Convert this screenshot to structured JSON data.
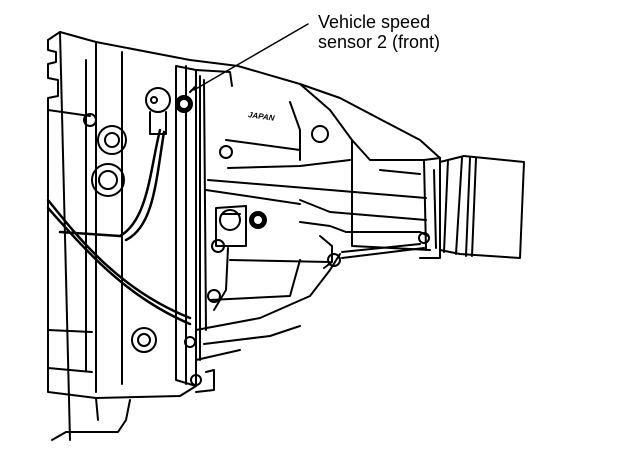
{
  "callout": {
    "line1": "Vehicle speed",
    "line2": "sensor 2 (front)"
  },
  "imprint": "JAPAN",
  "colors": {
    "ink": "#000000",
    "paper": "#ffffff"
  }
}
